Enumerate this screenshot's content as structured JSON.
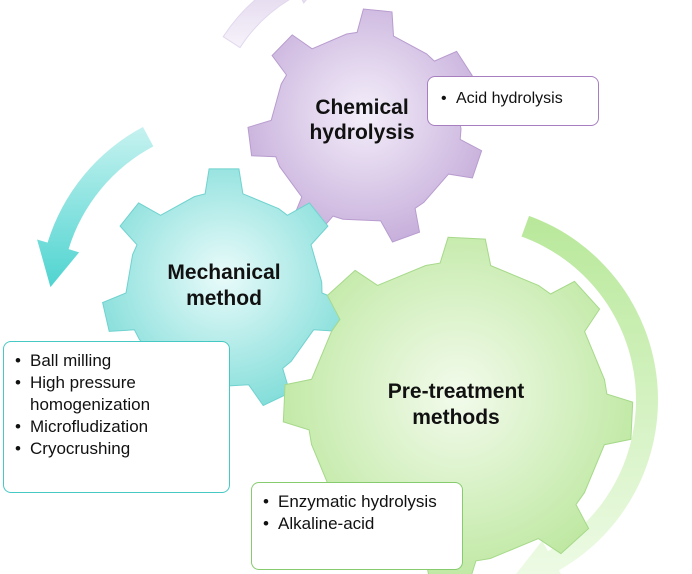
{
  "gears": {
    "chemical": {
      "title_lines": [
        "Chemical",
        "hydrolysis"
      ],
      "color": "#c9b2dd"
    },
    "mechanical": {
      "title_lines": [
        "Mechanical",
        "method"
      ],
      "color": "#8fe2df"
    },
    "pretreatment": {
      "title_lines": [
        "Pre-treatment",
        "methods"
      ],
      "color": "#c2eaa4"
    }
  },
  "callouts": {
    "chemical": [
      "Acid hydrolysis"
    ],
    "mechanical": [
      "Ball milling",
      "High pressure homogenization",
      "Microfludization",
      "Cryocrushing"
    ],
    "pretreatment": [
      "Enzymatic hydrolysis",
      "Alkaline-acid"
    ]
  },
  "arrows": {
    "top": "#e6def0",
    "left": "#6fdedb",
    "right": "#cdf0b5"
  }
}
